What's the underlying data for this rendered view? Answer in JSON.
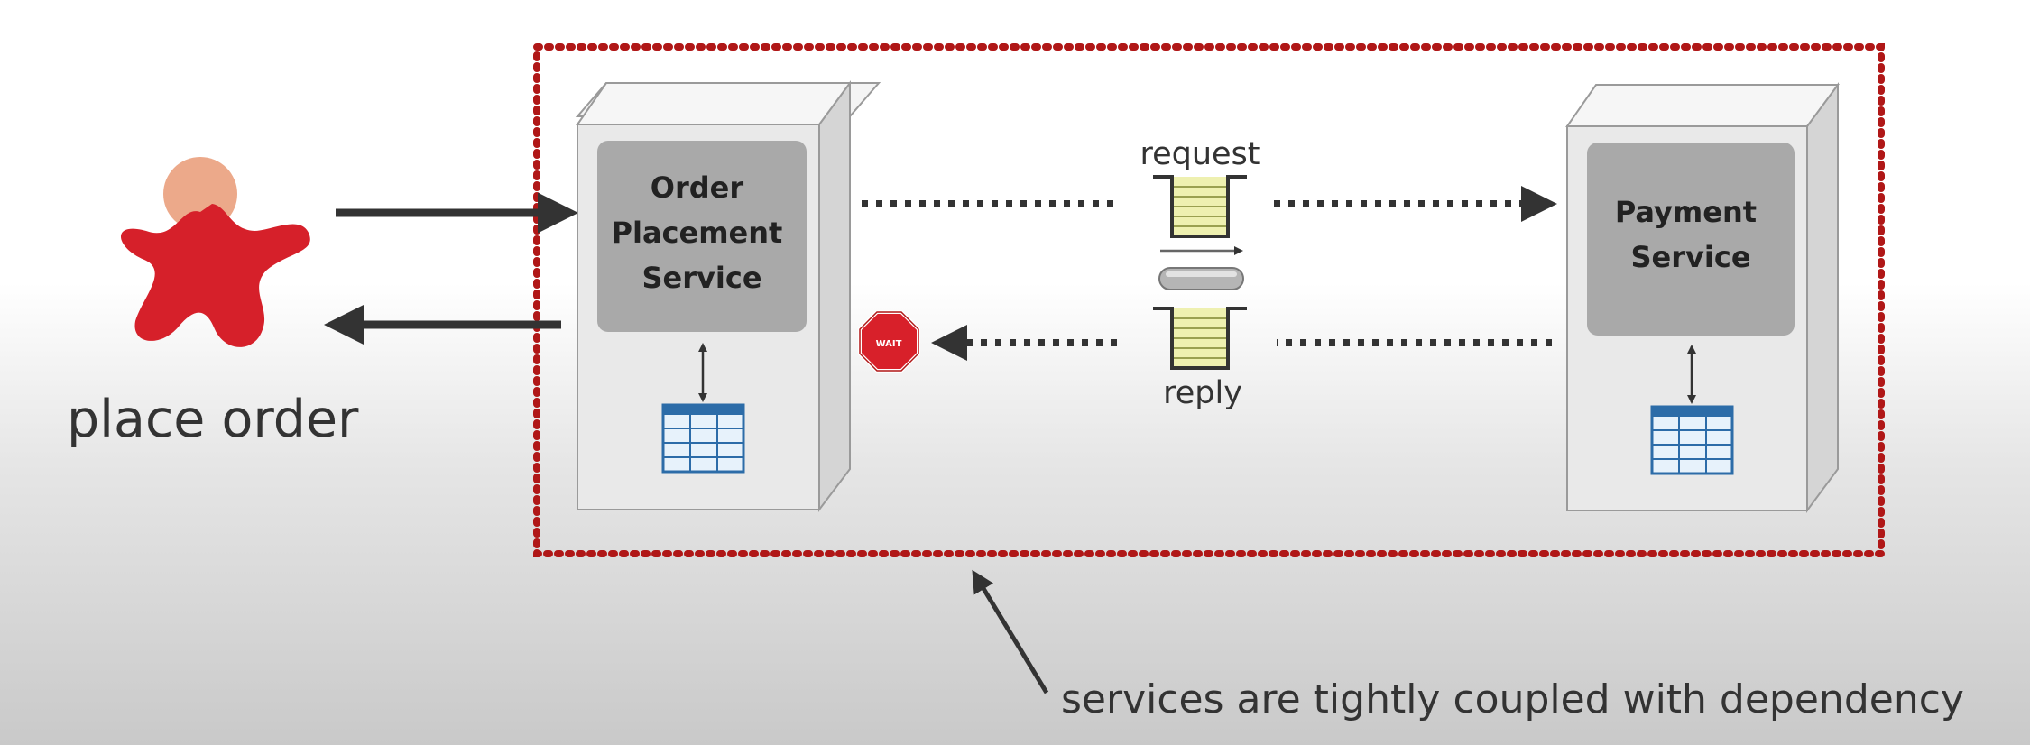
{
  "actor": {
    "label": "place order"
  },
  "services": {
    "order": {
      "line1": "Order",
      "line2": "Placement",
      "line3": "Service"
    },
    "payment": {
      "line1": "Payment",
      "line2": "Service"
    }
  },
  "queues": {
    "request_label": "request",
    "reply_label": "reply"
  },
  "stop_sign": {
    "text": "WAIT"
  },
  "annotation": {
    "text": "services are tightly coupled with dependency"
  },
  "colors": {
    "boundary": "#b01717",
    "actor_body": "#d6202a",
    "actor_head": "#eca98a",
    "server_face": "#e9e9e9",
    "server_panel": "#a9a9a9",
    "queue_fill": "#eef0b0",
    "stop_sign": "#d8202a",
    "arrow": "#333333"
  }
}
